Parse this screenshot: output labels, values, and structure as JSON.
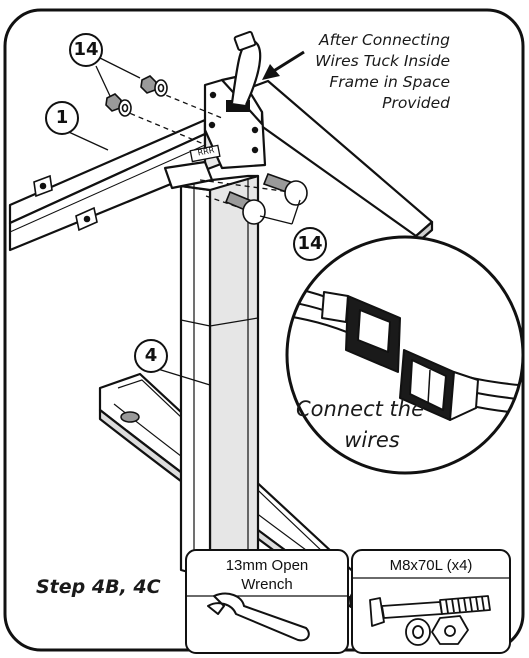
{
  "callouts": {
    "part_14_top": "14",
    "part_1": "1",
    "part_14_bottom": "14",
    "part_4": "4"
  },
  "wire_note": {
    "line1": "After Connecting",
    "line2": "Wires Tuck Inside",
    "line3": "Frame in Space",
    "line4": "Provided"
  },
  "frame_marking": "RRR",
  "inset": {
    "line1": "Connect the",
    "line2": "wires"
  },
  "step_label": "Step 4B, 4C",
  "tools": {
    "wrench": {
      "line1": "13mm Open",
      "line2": "Wrench"
    },
    "bolt": {
      "label": "M8x70L (x4)"
    }
  }
}
